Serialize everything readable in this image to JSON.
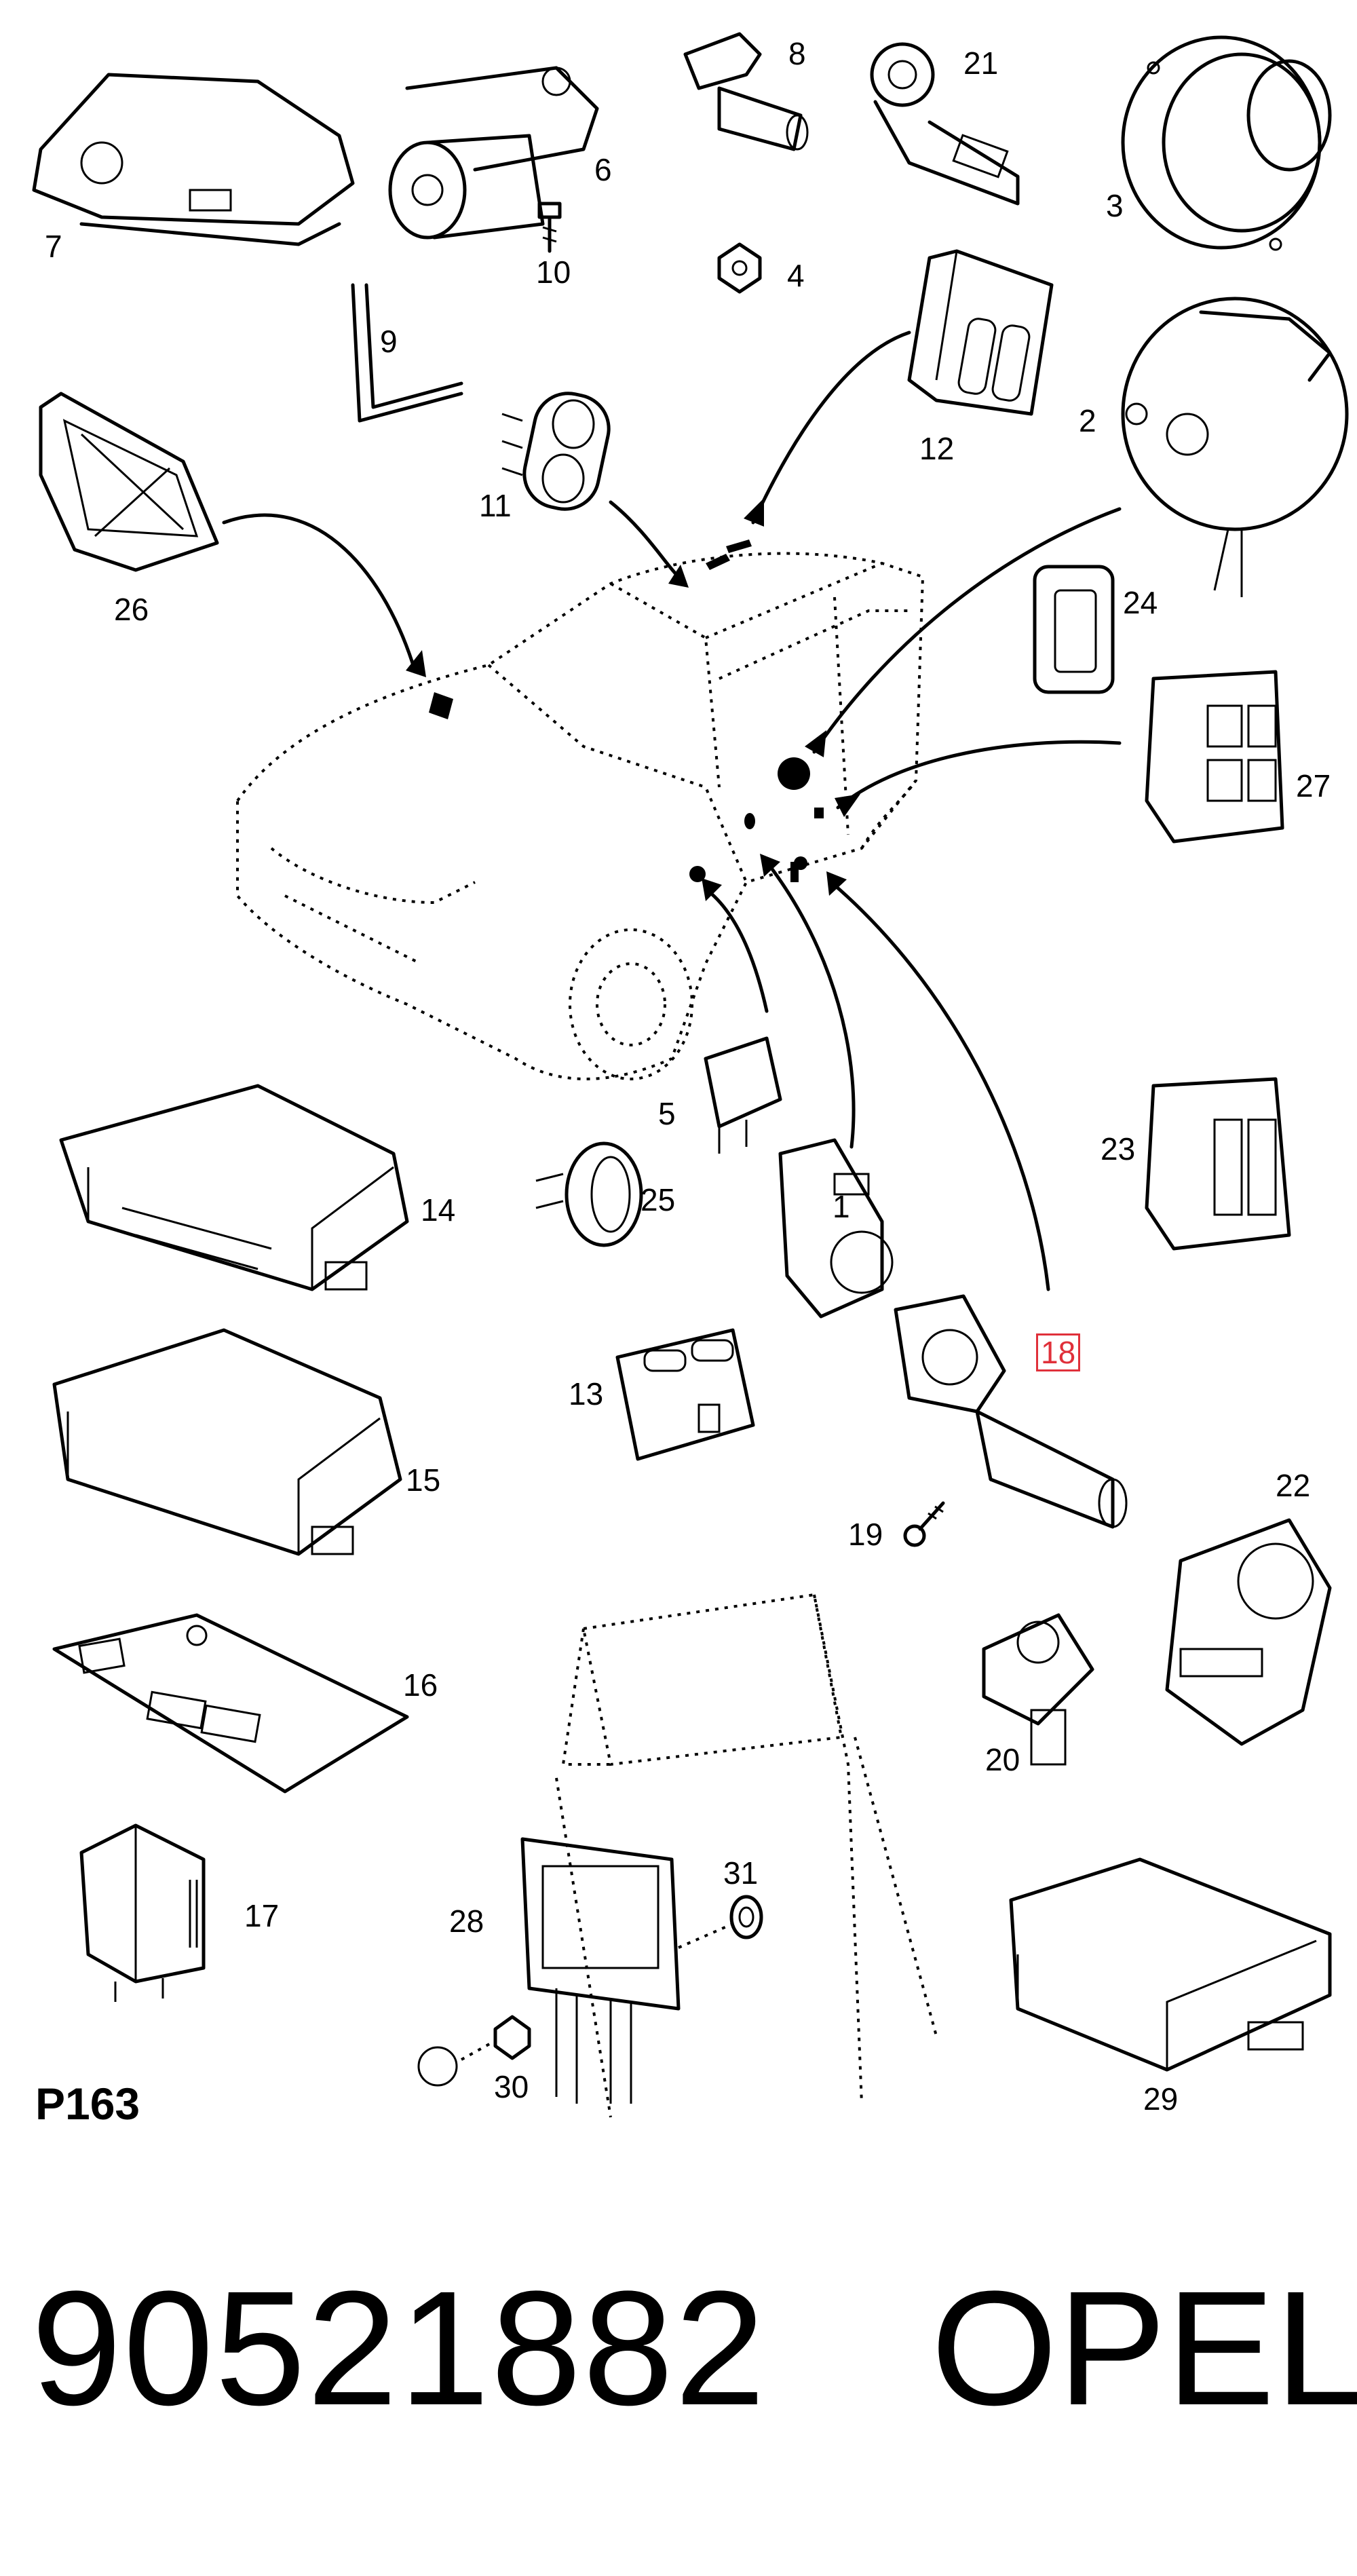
{
  "diagram": {
    "page_code": "P163",
    "highlighted_label": "18",
    "highlight_color": "#e0303a",
    "labels": [
      "1",
      "2",
      "3",
      "4",
      "5",
      "6",
      "7",
      "8",
      "9",
      "10",
      "11",
      "12",
      "13",
      "14",
      "15",
      "16",
      "17",
      "18",
      "19",
      "20",
      "21",
      "22",
      "23",
      "24",
      "25",
      "26",
      "27",
      "28",
      "29",
      "30",
      "31"
    ]
  },
  "footer": {
    "part_number": "90521882",
    "brand": "OPEL"
  }
}
